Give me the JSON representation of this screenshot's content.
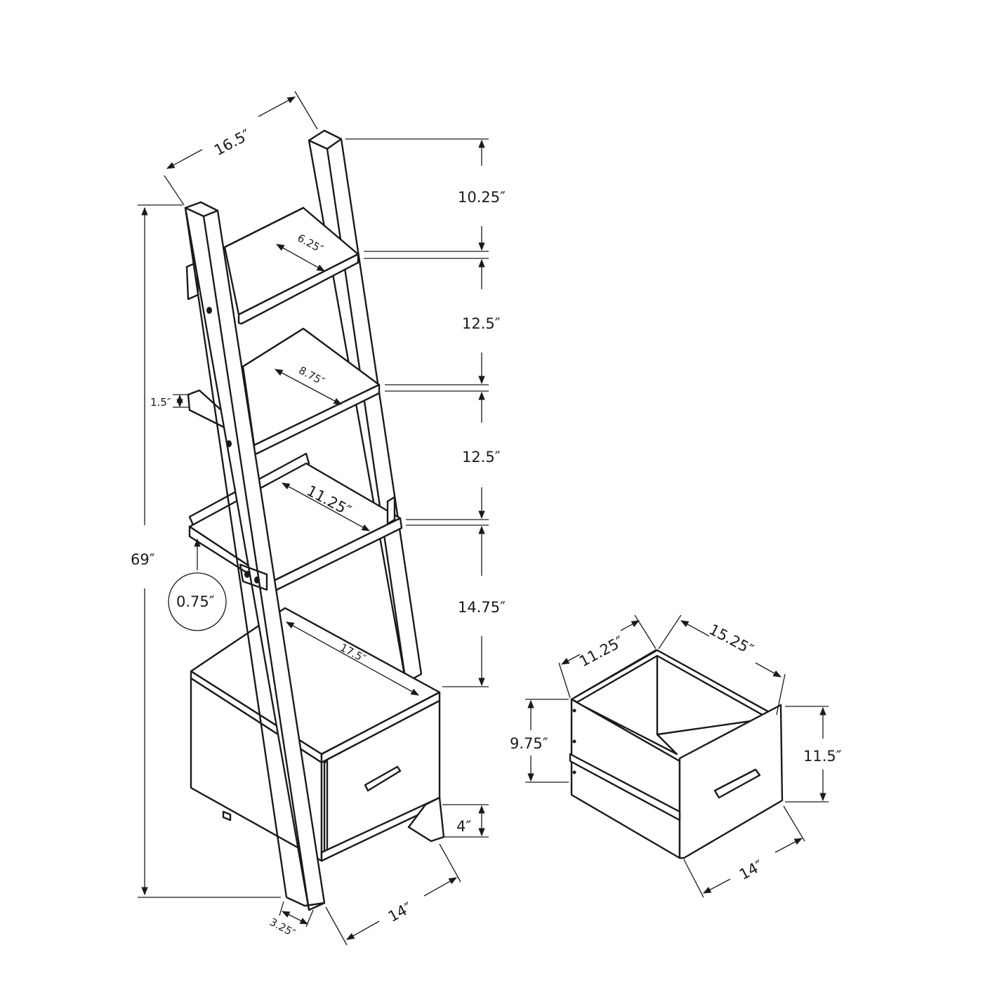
{
  "diagram": {
    "subject": "Ladder bookshelf with drawer — dimension drawing",
    "colors": {
      "line": "#1a1a1a",
      "background": "#ffffff"
    },
    "bookcase": {
      "overall_depth": "16.5″",
      "overall_height": "69″",
      "top_to_shelf1": "10.25″",
      "shelf1_to_shelf2": "12.5″",
      "shelf2_to_shelf3": "12.5″",
      "shelf3_to_cabinet": "14.75″",
      "shelf1_depth": "6.25″",
      "shelf2_depth": "8.75″",
      "shelf3_depth": "11.25″",
      "shelf_lip_height": "1.5″",
      "shelf_thickness": "0.75″",
      "cabinet_width": "17.5″",
      "cabinet_leg_height": "4″",
      "cabinet_depth": "14″",
      "rail_width": "3.25″"
    },
    "drawer": {
      "inner_depth": "11.25″",
      "inner_width": "15.25″",
      "side_height": "9.75″",
      "front_height": "11.5″",
      "front_width": "14″"
    }
  }
}
